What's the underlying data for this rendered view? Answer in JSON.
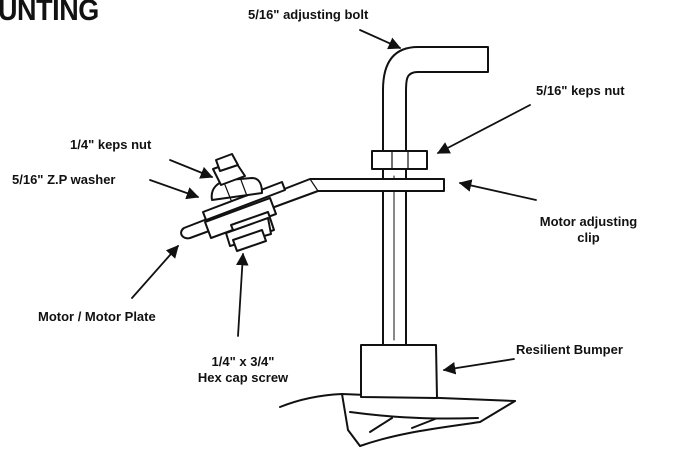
{
  "heading": "UNTING",
  "labels": {
    "adjusting_bolt": "5/16\" adjusting bolt",
    "keps_nut_516": "5/16\" keps nut",
    "keps_nut_14": "1/4\" keps nut",
    "zp_washer": "5/16\" Z.P washer",
    "motor_adjusting_clip": [
      "Motor adjusting",
      "clip"
    ],
    "motor_plate": "Motor / Motor Plate",
    "hex_cap_screw": [
      "1/4\" x 3/4\"",
      "Hex cap screw"
    ],
    "resilient_bumper": "Resilient Bumper"
  },
  "colors": {
    "ink": "#111111",
    "paper": "#ffffff"
  }
}
